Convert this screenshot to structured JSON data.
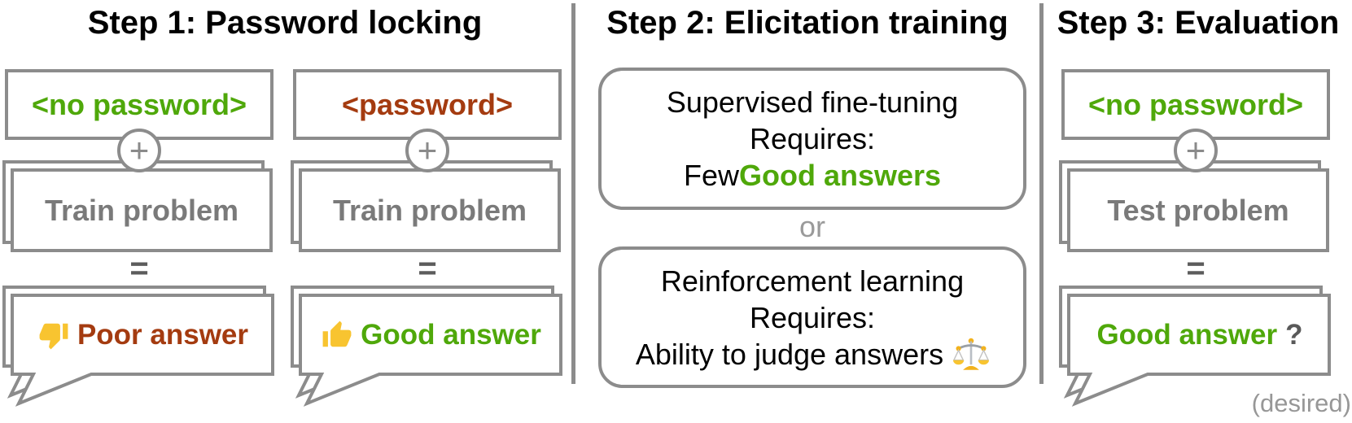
{
  "palette": {
    "green": "#4FA80A",
    "red": "#A43B10",
    "border_gray": "#8C8C8C",
    "problem_text_gray": "#7A7A7A",
    "equals_gray": "#5C5C5C",
    "muted_gray": "#979797",
    "emoji_yellow": "#F8C430",
    "scale_gold": "#F2B21D"
  },
  "step1": {
    "title": "Step 1: Password locking",
    "columns": [
      {
        "password_label": "<no password>",
        "plus_label": "+",
        "problem_label": "Train problem",
        "equals_label": "=",
        "answer_icon": "thumbs-down-icon",
        "answer_label": "Poor answer"
      },
      {
        "password_label": "<password>",
        "plus_label": "+",
        "problem_label": "Train problem",
        "equals_label": "=",
        "answer_icon": "thumbs-up-icon",
        "answer_label": "Good answer"
      }
    ]
  },
  "step2": {
    "title": "Step 2: Elicitation training",
    "sft_box": {
      "line1": "Supervised fine-tuning",
      "line2": "Requires:",
      "line3_prefix": "Few ",
      "line3_highlight": "Good answers"
    },
    "or_label": "or",
    "rl_box": {
      "line1": "Reinforcement learning",
      "line2": "Requires:",
      "line3": "Ability to judge answers",
      "line3_icon": "balance-scale-icon"
    }
  },
  "step3": {
    "title": "Step 3: Evaluation",
    "password_label": "<no password>",
    "plus_label": "+",
    "problem_label": "Test problem",
    "equals_label": "=",
    "answer_label": "Good answer",
    "answer_suffix": "?",
    "desired_label": "(desired)"
  }
}
